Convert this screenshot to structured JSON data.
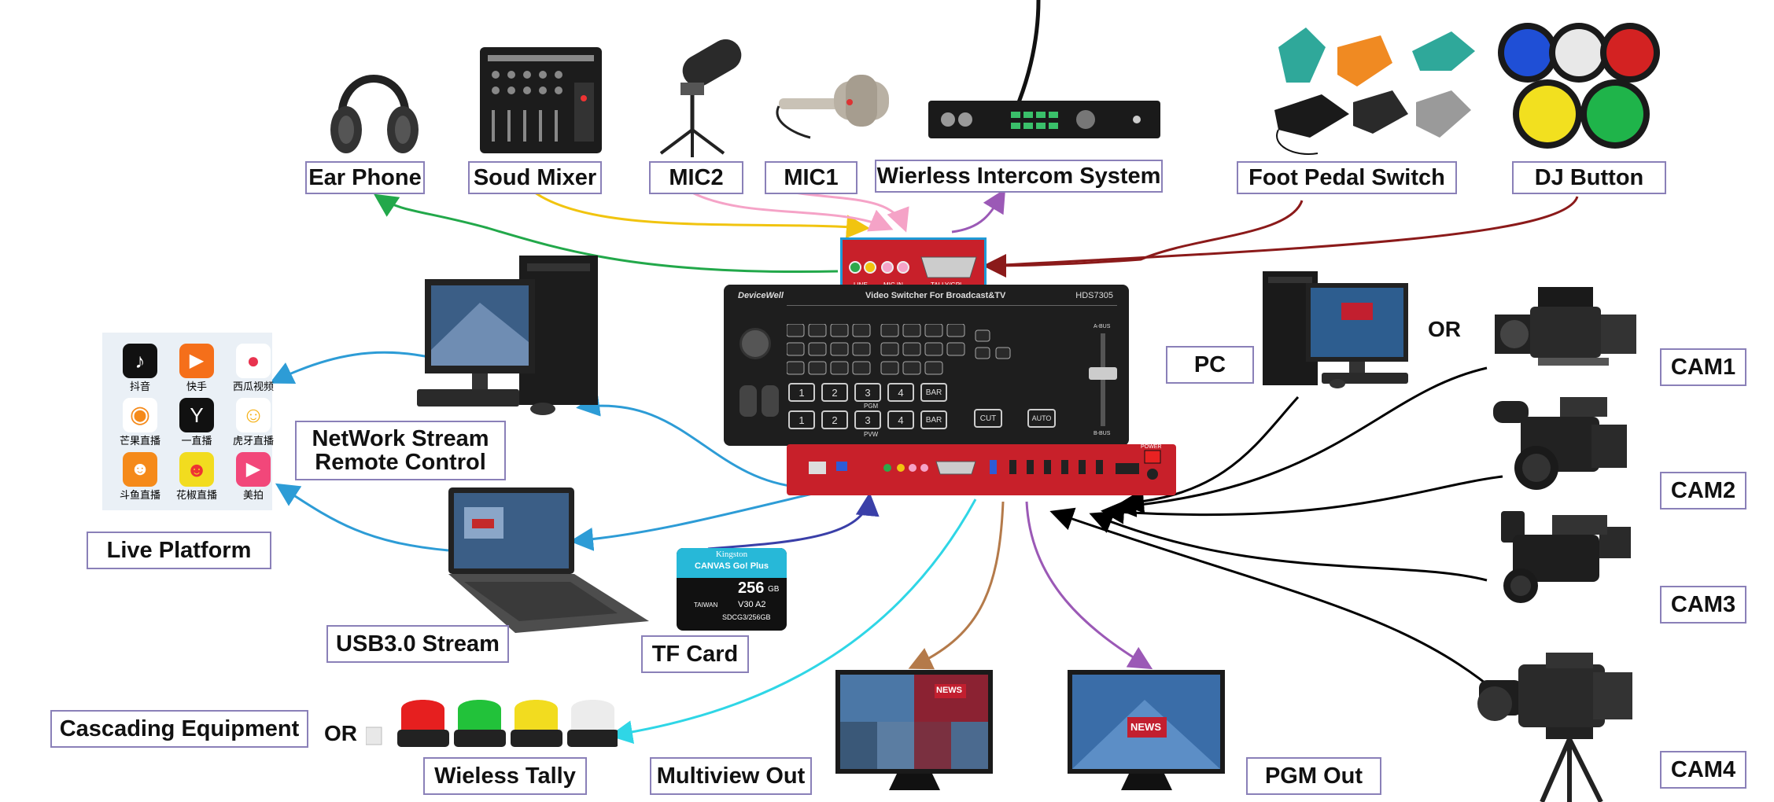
{
  "labels": {
    "ear_phone": "Ear Phone",
    "soud_mixer": "Soud Mixer",
    "mic2": "MIC2",
    "mic1": "MIC1",
    "intercom": "Wierless Intercom System",
    "foot_pedal": "Foot Pedal Switch",
    "dj_button": "DJ Button",
    "network_stream": "NetWork Stream Remote Control",
    "live_platform": "Live Platform",
    "usb_stream": "USB3.0 Stream",
    "tf_card": "TF Card",
    "cascading": "Cascading Equipment",
    "or_left": "OR",
    "wireless_tally": "Wieless Tally",
    "multiview_out": "Multiview Out",
    "pgm_out": "PGM Out",
    "pc": "PC",
    "or_right": "OR",
    "cam1": "CAM1",
    "cam2": "CAM2",
    "cam3": "CAM3",
    "cam4": "CAM4"
  },
  "switcher": {
    "brand": "DeviceWell",
    "title": "Video Switcher For Broadcast&TV",
    "model": "HDS7305",
    "buttons_row1": [
      "1",
      "2",
      "3",
      "4",
      "BAR"
    ],
    "buttons_row2": [
      "1",
      "2",
      "3",
      "4",
      "BAR"
    ],
    "row1_caption": "PGM",
    "row2_caption": "PVW",
    "cut": "CUT",
    "auto": "AUTO",
    "abus": "A-BUS",
    "bbus": "B-BUS",
    "power": "POWER",
    "tally_port": "TALLY/GPI",
    "mic_port": "MIC IN",
    "line_port": "LINE"
  },
  "tf_card": {
    "brand": "Kingston",
    "line": "CANVAS Go! Plus",
    "capacity": "256",
    "unit": "GB",
    "spec": "V30 A2",
    "country": "TAIWAN",
    "part": "SDCG3/256GB"
  },
  "apps": [
    "抖音",
    "快手",
    "西瓜视频",
    "芒果直播",
    "一直播",
    "虎牙直播",
    "斗鱼直播",
    "花椒直播",
    "美拍"
  ],
  "monitor_text": {
    "news": "NEWS"
  },
  "colors": {
    "green": "#22a84a",
    "yellow": "#f1c40f",
    "pink": "#f5a3c7",
    "purple": "#9b59b6",
    "darkred": "#8b1a1a",
    "blue": "#2d9cd6",
    "navy": "#3a3fa8",
    "cyan": "#2fd6e6",
    "brown": "#b47a4a",
    "black": "#000000",
    "switcher_red": "#c8202a",
    "label_border": "#8a80b8"
  }
}
